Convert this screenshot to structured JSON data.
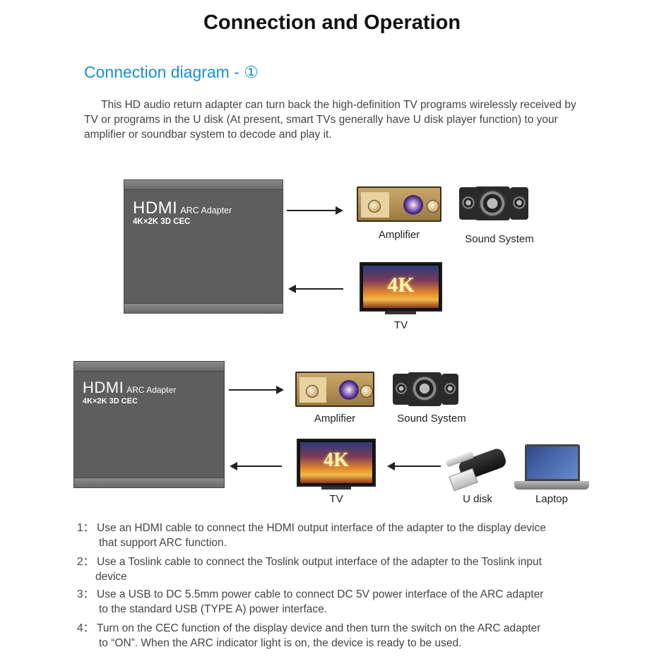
{
  "title": "Connection and Operation",
  "subtitle": "Connection diagram - ①",
  "intro": "This HD audio return adapter can turn back the high-definition TV programs wirelessly received by TV or programs in the U disk (At present, smart TVs generally have U disk player function) to your amplifier or soundbar system to decode and play it.",
  "adapter": {
    "brand_big": "HDMI",
    "brand_small": "ARC Adapter",
    "spec": "4K×2K 3D CEC"
  },
  "tv_badge": "4K",
  "diagram1": {
    "amplifier_label": "Amplifier",
    "sound_label": "Sound System",
    "tv_label": "TV"
  },
  "diagram2": {
    "amplifier_label": "Amplifier",
    "sound_label": "Sound System",
    "tv_label": "TV",
    "udisk_label": "U disk",
    "laptop_label": "Laptop"
  },
  "steps": [
    {
      "num": "1：",
      "line1": "Use an HDMI cable to connect the HDMI output interface of the adapter to the display device",
      "line2": "that support ARC function."
    },
    {
      "num": "2：",
      "line1": "Use a Toslink cable to connect the Toslink output interface of the adapter to the Toslink input",
      "line2": "device"
    },
    {
      "num": "3：",
      "line1": "Use a USB to DC 5.5mm power cable to connect DC 5V power interface of the ARC adapter",
      "line2": "to the standard USB (TYPE A) power interface."
    },
    {
      "num": "4：",
      "line1": "Turn on the CEC function of the display device and then turn the switch on the ARC adapter",
      "line2": "to “ON”. When the ARC indicator light is on, the device is ready to be used."
    }
  ]
}
